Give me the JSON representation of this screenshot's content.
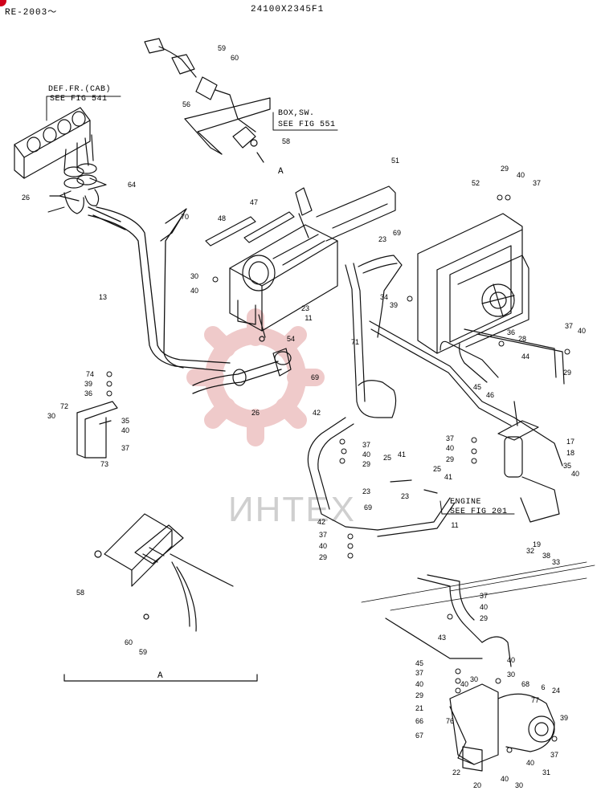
{
  "header": {
    "left": "RE-2003～",
    "center": "24100X2345F1"
  },
  "notes": {
    "def_line1": "DEF.FR.(CAB)",
    "def_line2": "SEE FIG 541",
    "box_line1": "BOX,SW.",
    "box_line2": "SEE FIG 551",
    "engine_line1": "ENGINE",
    "engine_line2": "SEE FIG 201",
    "view_a_marker": "A",
    "view_a_caption": "A"
  },
  "watermark": "ИНТЕХ",
  "colors": {
    "line": "#111111",
    "watermark": "#e8b4b4",
    "brand": "#d0021b"
  },
  "callouts": [
    {
      "n": "59"
    },
    {
      "n": "60"
    },
    {
      "n": "56"
    },
    {
      "n": "58"
    },
    {
      "n": "64"
    },
    {
      "n": "26"
    },
    {
      "n": "70"
    },
    {
      "n": "13"
    },
    {
      "n": "48"
    },
    {
      "n": "47"
    },
    {
      "n": "51"
    },
    {
      "n": "52"
    },
    {
      "n": "29"
    },
    {
      "n": "40"
    },
    {
      "n": "37"
    },
    {
      "n": "23"
    },
    {
      "n": "69"
    },
    {
      "n": "30"
    },
    {
      "n": "40"
    },
    {
      "n": "23"
    },
    {
      "n": "11"
    },
    {
      "n": "34"
    },
    {
      "n": "39"
    },
    {
      "n": "71"
    },
    {
      "n": "36"
    },
    {
      "n": "28"
    },
    {
      "n": "37"
    },
    {
      "n": "40"
    },
    {
      "n": "29"
    },
    {
      "n": "44"
    },
    {
      "n": "54"
    },
    {
      "n": "26"
    },
    {
      "n": "74"
    },
    {
      "n": "39"
    },
    {
      "n": "36"
    },
    {
      "n": "72"
    },
    {
      "n": "30"
    },
    {
      "n": "35"
    },
    {
      "n": "40"
    },
    {
      "n": "37"
    },
    {
      "n": "73"
    },
    {
      "n": "69"
    },
    {
      "n": "42"
    },
    {
      "n": "37"
    },
    {
      "n": "40"
    },
    {
      "n": "29"
    },
    {
      "n": "45"
    },
    {
      "n": "46"
    },
    {
      "n": "37"
    },
    {
      "n": "40"
    },
    {
      "n": "29"
    },
    {
      "n": "17"
    },
    {
      "n": "18"
    },
    {
      "n": "25"
    },
    {
      "n": "41"
    },
    {
      "n": "25"
    },
    {
      "n": "41"
    },
    {
      "n": "23"
    },
    {
      "n": "23"
    },
    {
      "n": "69"
    },
    {
      "n": "35"
    },
    {
      "n": "40"
    },
    {
      "n": "11"
    },
    {
      "n": "42"
    },
    {
      "n": "37"
    },
    {
      "n": "40"
    },
    {
      "n": "29"
    },
    {
      "n": "19"
    },
    {
      "n": "32"
    },
    {
      "n": "38"
    },
    {
      "n": "33"
    },
    {
      "n": "58"
    },
    {
      "n": "60"
    },
    {
      "n": "59"
    },
    {
      "n": "37"
    },
    {
      "n": "40"
    },
    {
      "n": "29"
    },
    {
      "n": "43"
    },
    {
      "n": "45"
    },
    {
      "n": "37"
    },
    {
      "n": "40"
    },
    {
      "n": "29"
    },
    {
      "n": "40"
    },
    {
      "n": "30"
    },
    {
      "n": "30"
    },
    {
      "n": "40"
    },
    {
      "n": "68"
    },
    {
      "n": "6"
    },
    {
      "n": "24"
    },
    {
      "n": "77"
    },
    {
      "n": "21"
    },
    {
      "n": "66"
    },
    {
      "n": "76"
    },
    {
      "n": "67"
    },
    {
      "n": "39"
    },
    {
      "n": "37"
    },
    {
      "n": "40"
    },
    {
      "n": "31"
    },
    {
      "n": "22"
    },
    {
      "n": "20"
    },
    {
      "n": "40"
    },
    {
      "n": "30"
    }
  ]
}
